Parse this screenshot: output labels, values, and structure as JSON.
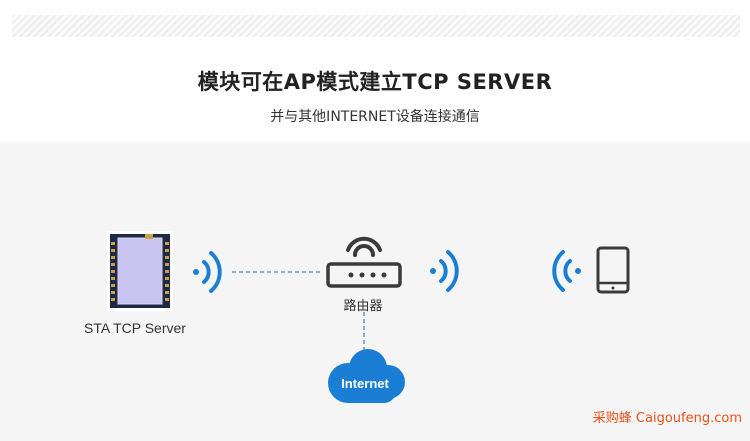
{
  "header": {
    "title": "模块可在AP模式建立TCP SERVER",
    "subtitle": "并与其他INTERNET设备连接通信"
  },
  "diagram": {
    "module_label": "STA TCP Server",
    "router_label": "路由器",
    "cloud_label": "Internet"
  },
  "watermark": "采购蜂 Caigoufeng.com",
  "colors": {
    "accent_blue": "#1a7fd4",
    "dashed_line": "#3a8fd6",
    "module_board": "#1e2a44",
    "module_chip": "#c9c4f0",
    "watermark": "#e8501c"
  },
  "icons": [
    "module-icon",
    "wifi-waves-icon",
    "router-icon",
    "cloud-icon",
    "phone-icon"
  ]
}
